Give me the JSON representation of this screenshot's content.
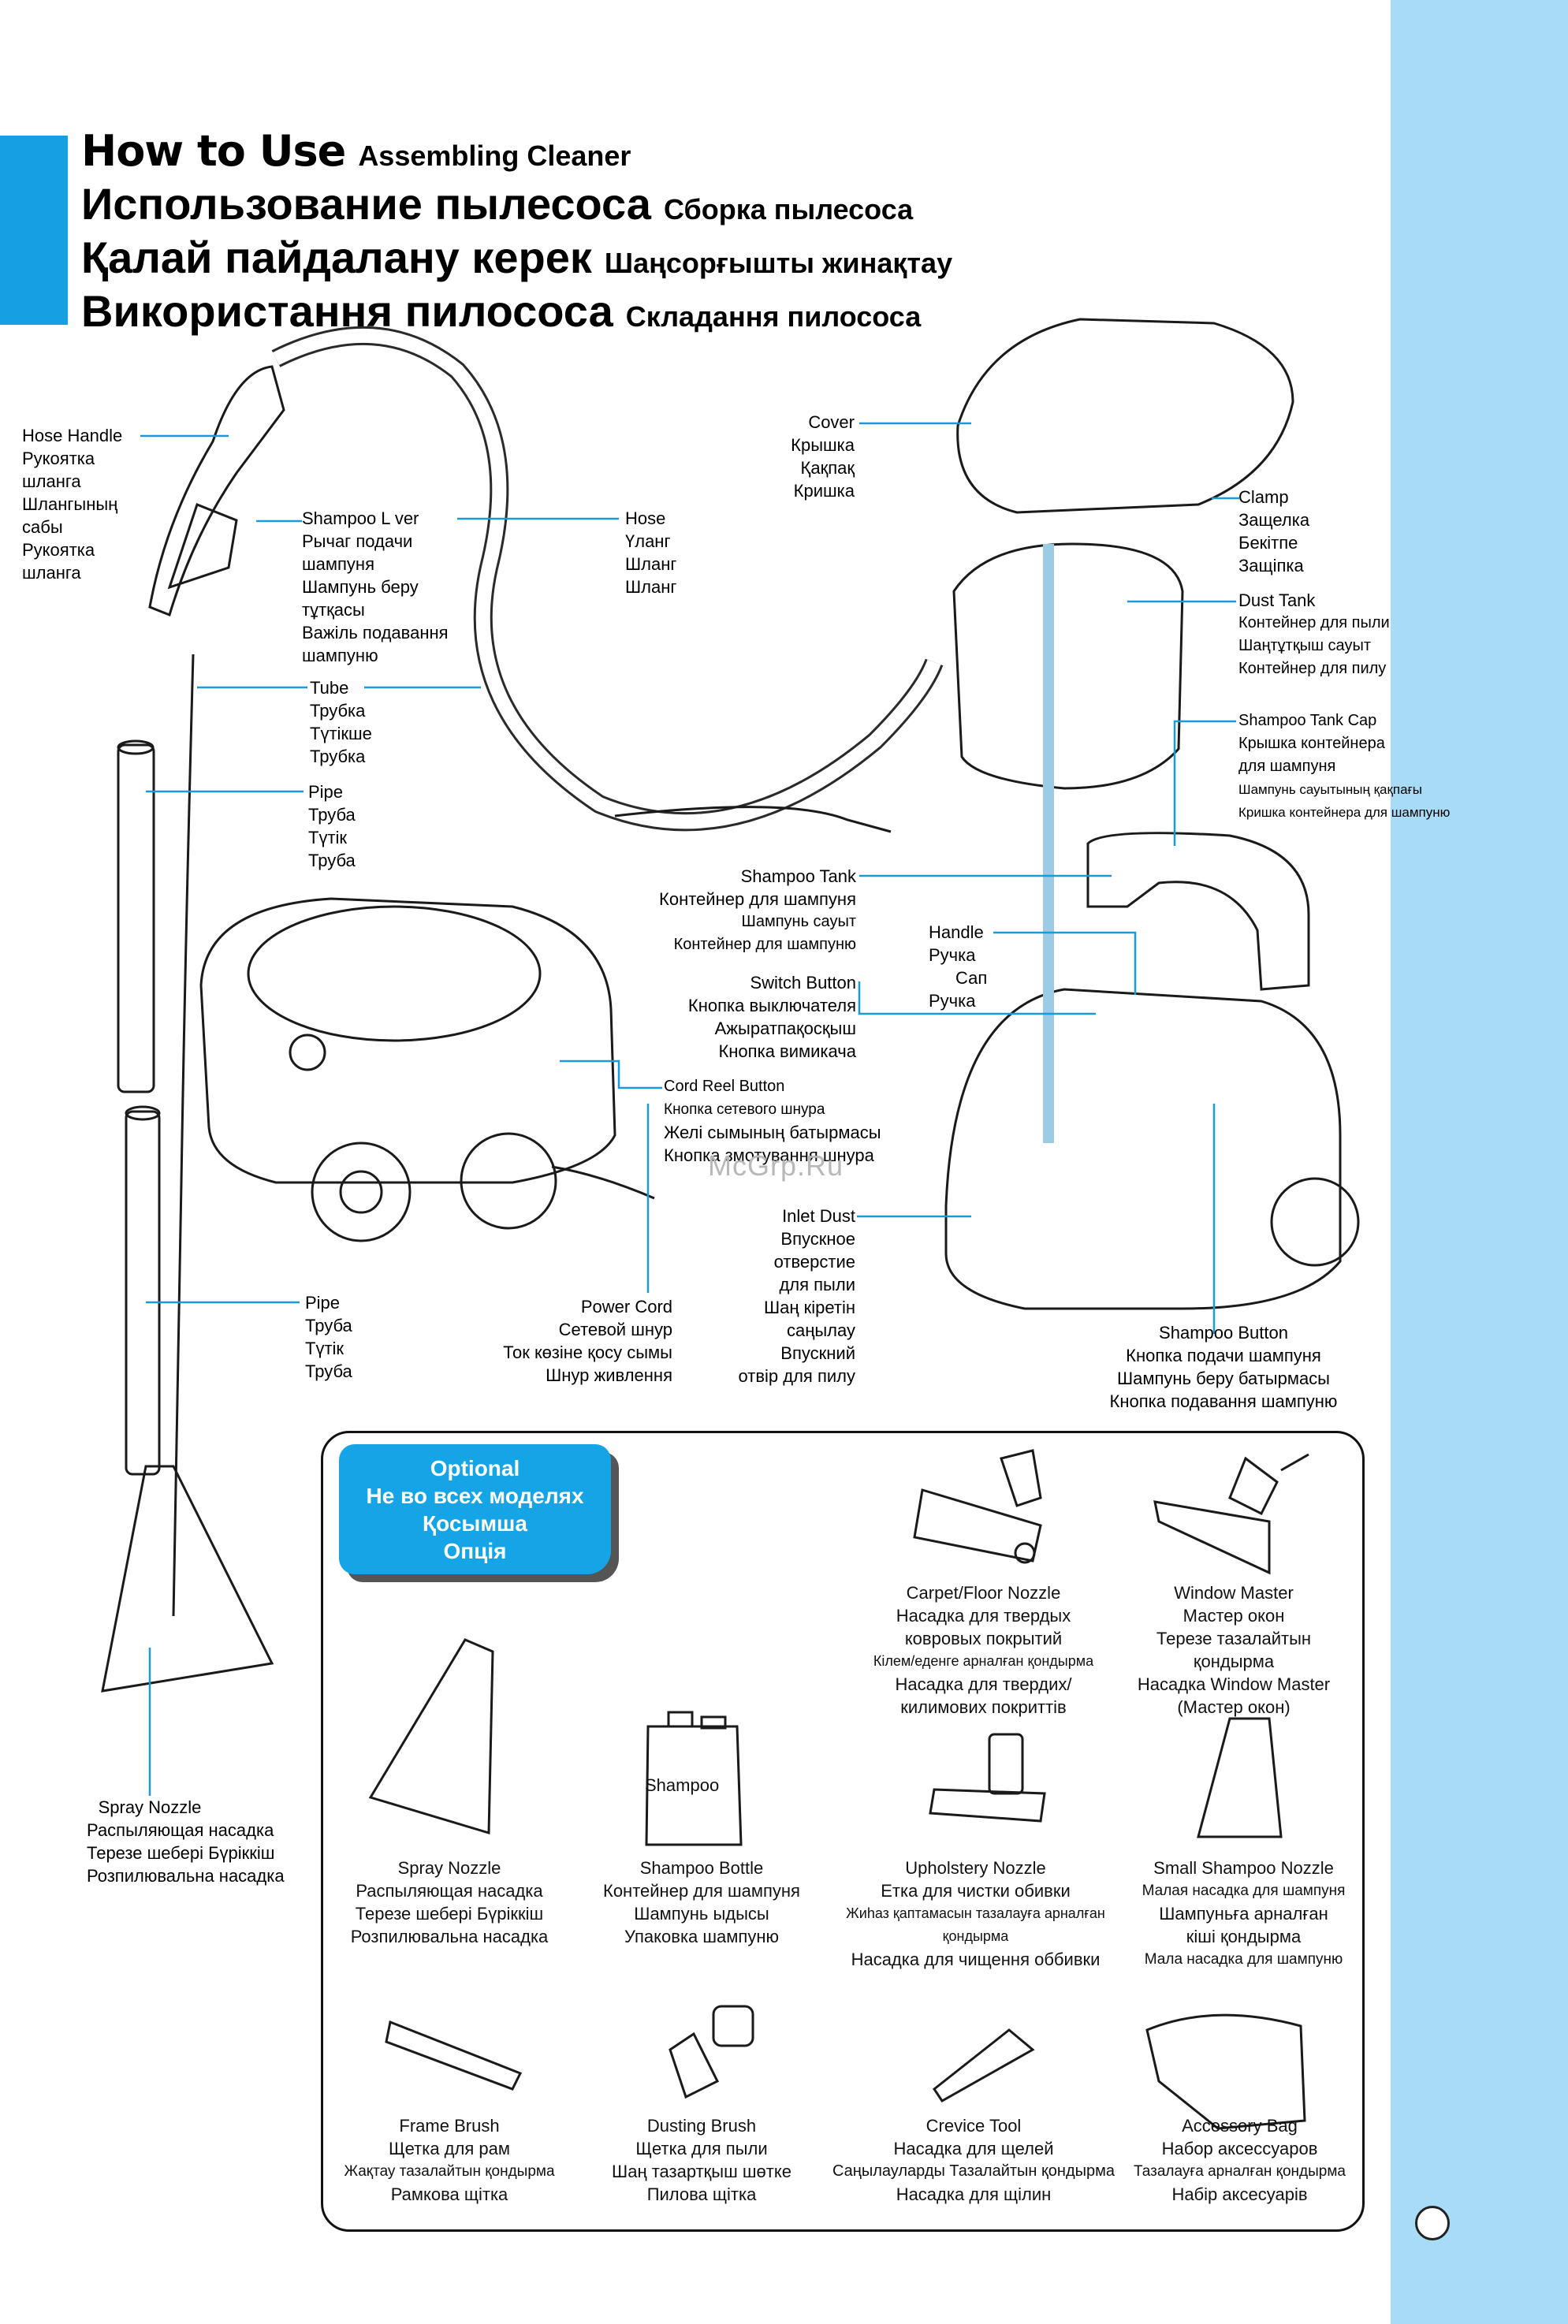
{
  "header": {
    "lines": [
      {
        "big": "How to Use",
        "small": "Assembling Cleaner"
      },
      {
        "big": "Использование пылесоса",
        "small": "Сборка пылесоса"
      },
      {
        "big": "Қалай пайдалану керек",
        "small": "Шаңсорғышты жинақтау"
      },
      {
        "big": "Використання пилососа",
        "small": "Складання пилососа"
      }
    ]
  },
  "labels": {
    "hose_handle": [
      "Hose Handle",
      "Рукоятка",
      "шланга",
      "Шлангының",
      "сабы",
      "Рукоятка",
      "шланга"
    ],
    "shampoo_lever": [
      "Shampoo L  ver",
      "Рычаг подачи",
      "шампуня",
      "Шампунь беру",
      "тұтқасы",
      "Важіль подавання",
      "шампуню"
    ],
    "hose": [
      "Hose",
      "Үланг",
      "Шланг",
      "Шланг"
    ],
    "tube": [
      "Tube",
      "Трубка",
      "Түтікше",
      "Трубка"
    ],
    "pipe_top": [
      "Pipe",
      "Труба",
      "Түтік",
      "Труба"
    ],
    "pipe_bottom": [
      "Pipe",
      "Труба",
      "Түтік",
      "Труба"
    ],
    "cover": [
      "Cover",
      "Крышка",
      "Қақпақ",
      "Кришка"
    ],
    "clamp": [
      "Clamp",
      "Защелка",
      "Бекітпе",
      "Защіпка"
    ],
    "dust_tank": [
      "Dust Tank",
      "Контейнер для пыли",
      "Шаңтұтқыш сауыт",
      "Контейнер для пилу"
    ],
    "shampoo_tank_cap": [
      "Shampoo Tank Cap",
      "Крышка контейнера",
      "для шампуня",
      "Шампунь сауытының қақпағы",
      "Кришка контейнера для шампуню"
    ],
    "shampoo_tank": [
      "Shampoo Tank",
      "Контейнер для шампуня",
      "Шампунь сауыт",
      "Контейнер для шампуню"
    ],
    "handle": [
      "Handle",
      "Ручка",
      "Сап",
      "Ручка"
    ],
    "switch_button": [
      "Switch Button",
      "Кнопка выключателя",
      "Ажыратпақосқыш",
      "Кнопка вимикача"
    ],
    "cord_reel_button": [
      "Cord Reel Button",
      "Кнопка сетевого шнура",
      "Желі сымының батырмасы",
      "Кнопка змотування шнура"
    ],
    "inlet_dust": [
      "Inlet Dust",
      "Впускное",
      "отверстие",
      "для пыли",
      "Шаң кіретін",
      "саңылау",
      "Впускний",
      "отвір для пилу"
    ],
    "power_cord": [
      "Power Cord",
      "Сетевой шнур",
      "Ток көзіне қосу сымы",
      "Шнур живлення"
    ],
    "shampoo_button": [
      "Shampoo Button",
      "Кнопка подачи шампуня",
      "Шампунь беру батырмасы",
      "Кнопка подавання шампуню"
    ],
    "spray_nozzle_main": [
      "Spray Nozzle",
      "Распыляющая насадка",
      "Терезе шебері Бүріккіш",
      "Розпилювальна насадка"
    ]
  },
  "optional": {
    "badge": [
      "Optional",
      "Не во всех моделях",
      "Қосымша",
      "Опція"
    ],
    "items": [
      {
        "id": "carpet-floor-nozzle",
        "lines": [
          "Carpet/Floor Nozzle",
          "Насадка для твердых",
          "ковровых покрытий",
          "Кілем/еденге арналған қондырма",
          "Насадка для твердих/",
          "килимових покриттів"
        ]
      },
      {
        "id": "window-master",
        "lines": [
          "Window Master",
          "Мастер окон",
          "Терезе тазалайтын",
          "қондырма",
          "Насадка Window Master",
          "(Мастер окон)"
        ]
      },
      {
        "id": "spray-nozzle",
        "lines": [
          "Spray Nozzle",
          "Распыляющая насадка",
          "Терезе шебері Бүріккіш",
          "Розпилювальна насадка"
        ]
      },
      {
        "id": "shampoo-bottle",
        "lines": [
          "Shampoo Bottle",
          "Контейнер для шампуня",
          "Шампунь ыдысы",
          "Упаковка шампуню"
        ]
      },
      {
        "id": "upholstery-nozzle",
        "lines": [
          "Upholstery Nozzle",
          "Етка для чистки обивки",
          "Жиһаз қаптамасын тазалауға арналған",
          "қондырма",
          "Насадка для чищення оббивки"
        ]
      },
      {
        "id": "small-shampoo-nozzle",
        "lines": [
          "Small Shampoo Nozzle",
          "Малая насадка для шампуня",
          "Шампуньға арналған",
          "кіші қондырма",
          "Мала насадка для шампуню"
        ]
      },
      {
        "id": "frame-brush",
        "lines": [
          "Frame Brush",
          "Щетка для рам",
          "Жақтау тазалайтын қондырма",
          "Рамкова щітка"
        ]
      },
      {
        "id": "dusting-brush",
        "lines": [
          "Dusting Brush",
          "Щетка для пыли",
          "Шаң тазартқыш шөтке",
          "Пилова щітка"
        ]
      },
      {
        "id": "crevice-tool",
        "lines": [
          "Crevice Tool",
          "Насадка для щелей",
          "Саңылауларды Тазалайтын қондырма",
          "Насадка для щілин"
        ]
      },
      {
        "id": "accessory-bag",
        "lines": [
          "Accessory Bag",
          "Набор аксессуаров",
          "Тазалауға арналған қондырма",
          "Набір аксесуарів"
        ]
      }
    ],
    "bottle_label": "Shampoo"
  },
  "watermark": "McGrp.Ru",
  "colors": {
    "accent": "#16a0e3",
    "strip": "#a8dcf6",
    "badge": "#15a5e6",
    "line": "#1a9ad8"
  }
}
